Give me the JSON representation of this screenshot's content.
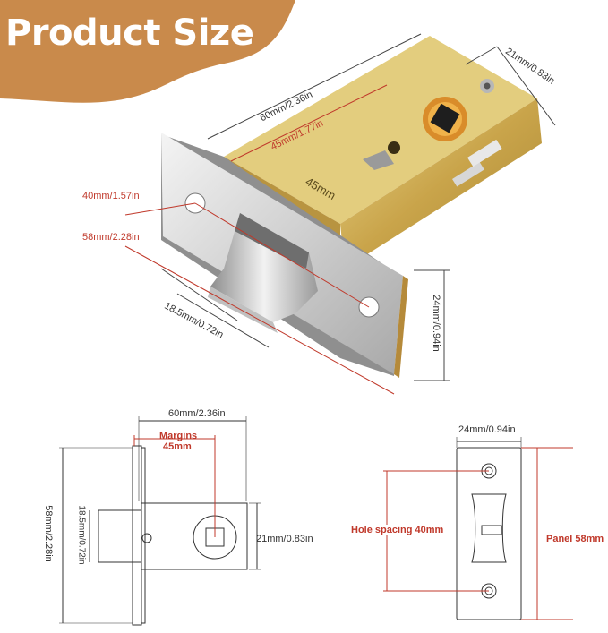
{
  "banner": {
    "title": "Product Size",
    "color": "#c98a4b"
  },
  "photo": {
    "engraving": "45mm",
    "dims": {
      "backset_total": "60mm/2.36in",
      "backset_center": "45mm/1.77in",
      "case_width": "21mm/0.83in",
      "hole_spacing": "40mm/1.57in",
      "faceplate_length": "58mm/2.28in",
      "latch_height": "18.5mm/0.72in",
      "faceplate_width": "24mm/0.94in"
    }
  },
  "side_view": {
    "overall": "60mm/2.36in",
    "margins_label": "Margins",
    "margins_value": "45mm",
    "height": "58mm/2.28in",
    "latch": "18.5mm/0.72in",
    "case": "21mm/0.83in"
  },
  "front_view": {
    "width": "24mm/0.94in",
    "hole_spacing": "Hole spacing 40mm",
    "panel": "Panel 58mm"
  },
  "colors": {
    "accent_red": "#c0392b",
    "brass": "#c9a44a",
    "steel": "#c8c8c8"
  }
}
